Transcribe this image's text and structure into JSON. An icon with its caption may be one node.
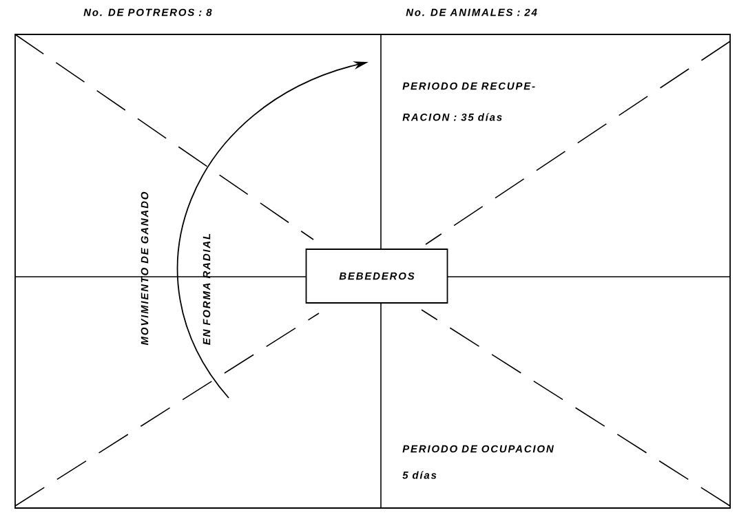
{
  "diagram": {
    "nodes": [
      {
        "text": [
          "BEBEDEROS"
        ]
      }
    ],
    "labels": [
      "No. DE POTREROS : 8",
      "No. DE ANIMALES : 24",
      "PERIODO DE RECUPE-",
      "RACION : 35 días",
      "MOVIMIENTO DE GANADO",
      "EN FORMA RADIAL",
      "PERIODO DE OCUPACION",
      "5 días"
    ]
  }
}
